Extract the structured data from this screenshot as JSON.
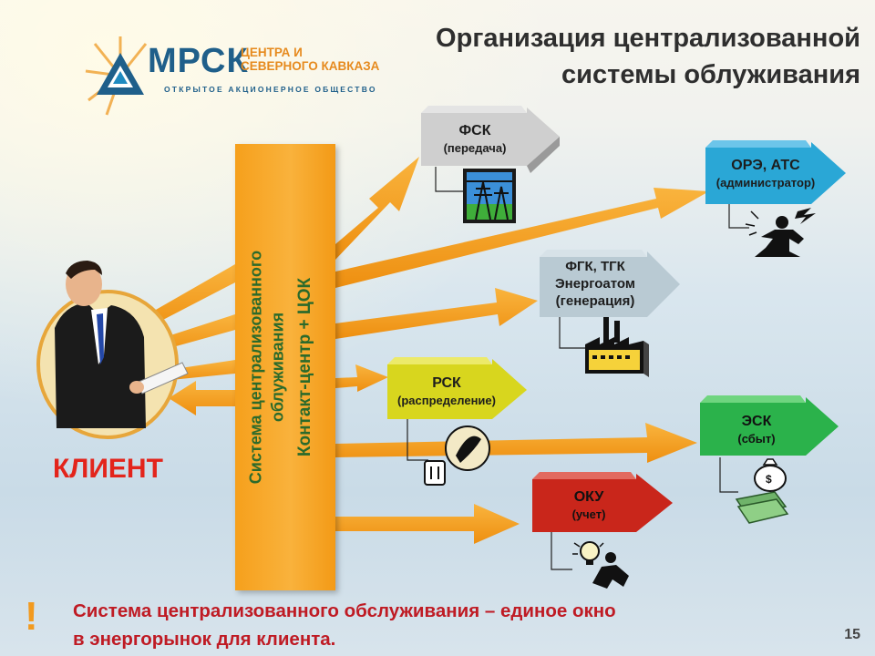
{
  "title": {
    "line1": "Организация централизованной",
    "line2": "системы облуживания"
  },
  "logo": {
    "brand": "МРСК",
    "sub1": "ЦЕНТРА И",
    "sub2": "СЕВЕРНОГО КАВКАЗА",
    "sub3": "ОТКРЫТОЕ АКЦИОНЕРНОЕ ОБЩЕСТВО"
  },
  "client": {
    "label": "КЛИЕНТ"
  },
  "central_bar": {
    "line1": "Система централизованного",
    "line2": "облуживания",
    "line3": "Контакт-центр + ЦОК"
  },
  "nodes": {
    "fsk": {
      "name": "ФСК",
      "role": "(передача)",
      "color": "#c9c9c9"
    },
    "ore": {
      "name": "ОРЭ, АТС",
      "role": "(администратор)",
      "color": "#2aa7d6"
    },
    "fgk": {
      "name": "ФГК, ТГК",
      "name2": "Энергоатом",
      "role": "(генерация)",
      "color": "#b8c9d2"
    },
    "rsk": {
      "name": "РСК",
      "role": "(распределение)",
      "color": "#d4d21c"
    },
    "esk": {
      "name": "ЭСК",
      "role": "(сбыт)",
      "color": "#28b24a"
    },
    "oku": {
      "name": "ОКУ",
      "role": "(учет)",
      "color": "#c9261b"
    }
  },
  "icons": [
    "power-tower-icon",
    "administrator-icon",
    "factory-icon",
    "electric-plug-icon",
    "money-bag-icon",
    "lightbulb-thinker-icon",
    "businessman-icon",
    "logo-icon"
  ],
  "footer": {
    "exclamation": "!",
    "line1": "Система централизованного обслуживания – единое окно",
    "line2": "в энергорынок для клиента.",
    "page_number": "15"
  },
  "colors": {
    "arrow_orange": "#f6a11d",
    "accent_red": "#e3241b",
    "brand_blue": "#1f5f8a"
  }
}
